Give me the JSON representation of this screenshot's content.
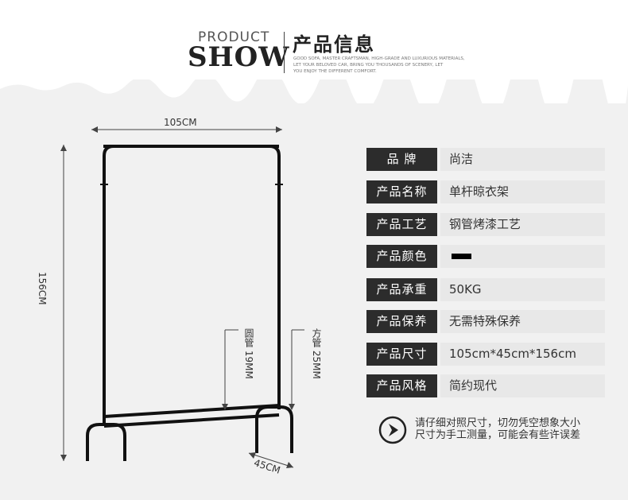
{
  "header": {
    "product_word": "PRODUCT",
    "show_word": "SHOW",
    "title": "产品信息",
    "subtitle_lines": [
      "GOOD SOFA, MASTER CRAFTSMAN, HIGH-GRADE AND LUXURIOUS MATERIALS,",
      "LET YOUR BELOVED CAR, BRING YOU THOUSANDS OF SCENERY, LET",
      "YOU ENJOY THE DIFFERENT COMFORT."
    ]
  },
  "dimensions": {
    "width": "105CM",
    "height": "156CM",
    "depth": "45CM",
    "round_tube": "圆管 19MM",
    "square_tube": "方管 25MM"
  },
  "specs": [
    {
      "label": "品 牌",
      "value": "尚洁"
    },
    {
      "label": "产品名称",
      "value": "单杆晾衣架"
    },
    {
      "label": "产品工艺",
      "value": "钢管烤漆工艺"
    },
    {
      "label": "产品颜色",
      "value": "",
      "swatch_color": "#000000"
    },
    {
      "label": "产品承重",
      "value": "50KG"
    },
    {
      "label": "产品保养",
      "value": "无需特殊保养"
    },
    {
      "label": "产品尺寸",
      "value": "105cm*45cm*156cm"
    },
    {
      "label": "产品风格",
      "value": "简约现代"
    }
  ],
  "note": {
    "icon": "arrow-right-circle-icon",
    "line1": "请仔细对照尺寸，切勿凭空想象大小",
    "line2": "尺寸为手工测量，可能会有些许误差"
  },
  "colors": {
    "label_bg": "#2c2c2c",
    "value_bg": "#e8e8e8",
    "background": "#f1f1f1"
  }
}
